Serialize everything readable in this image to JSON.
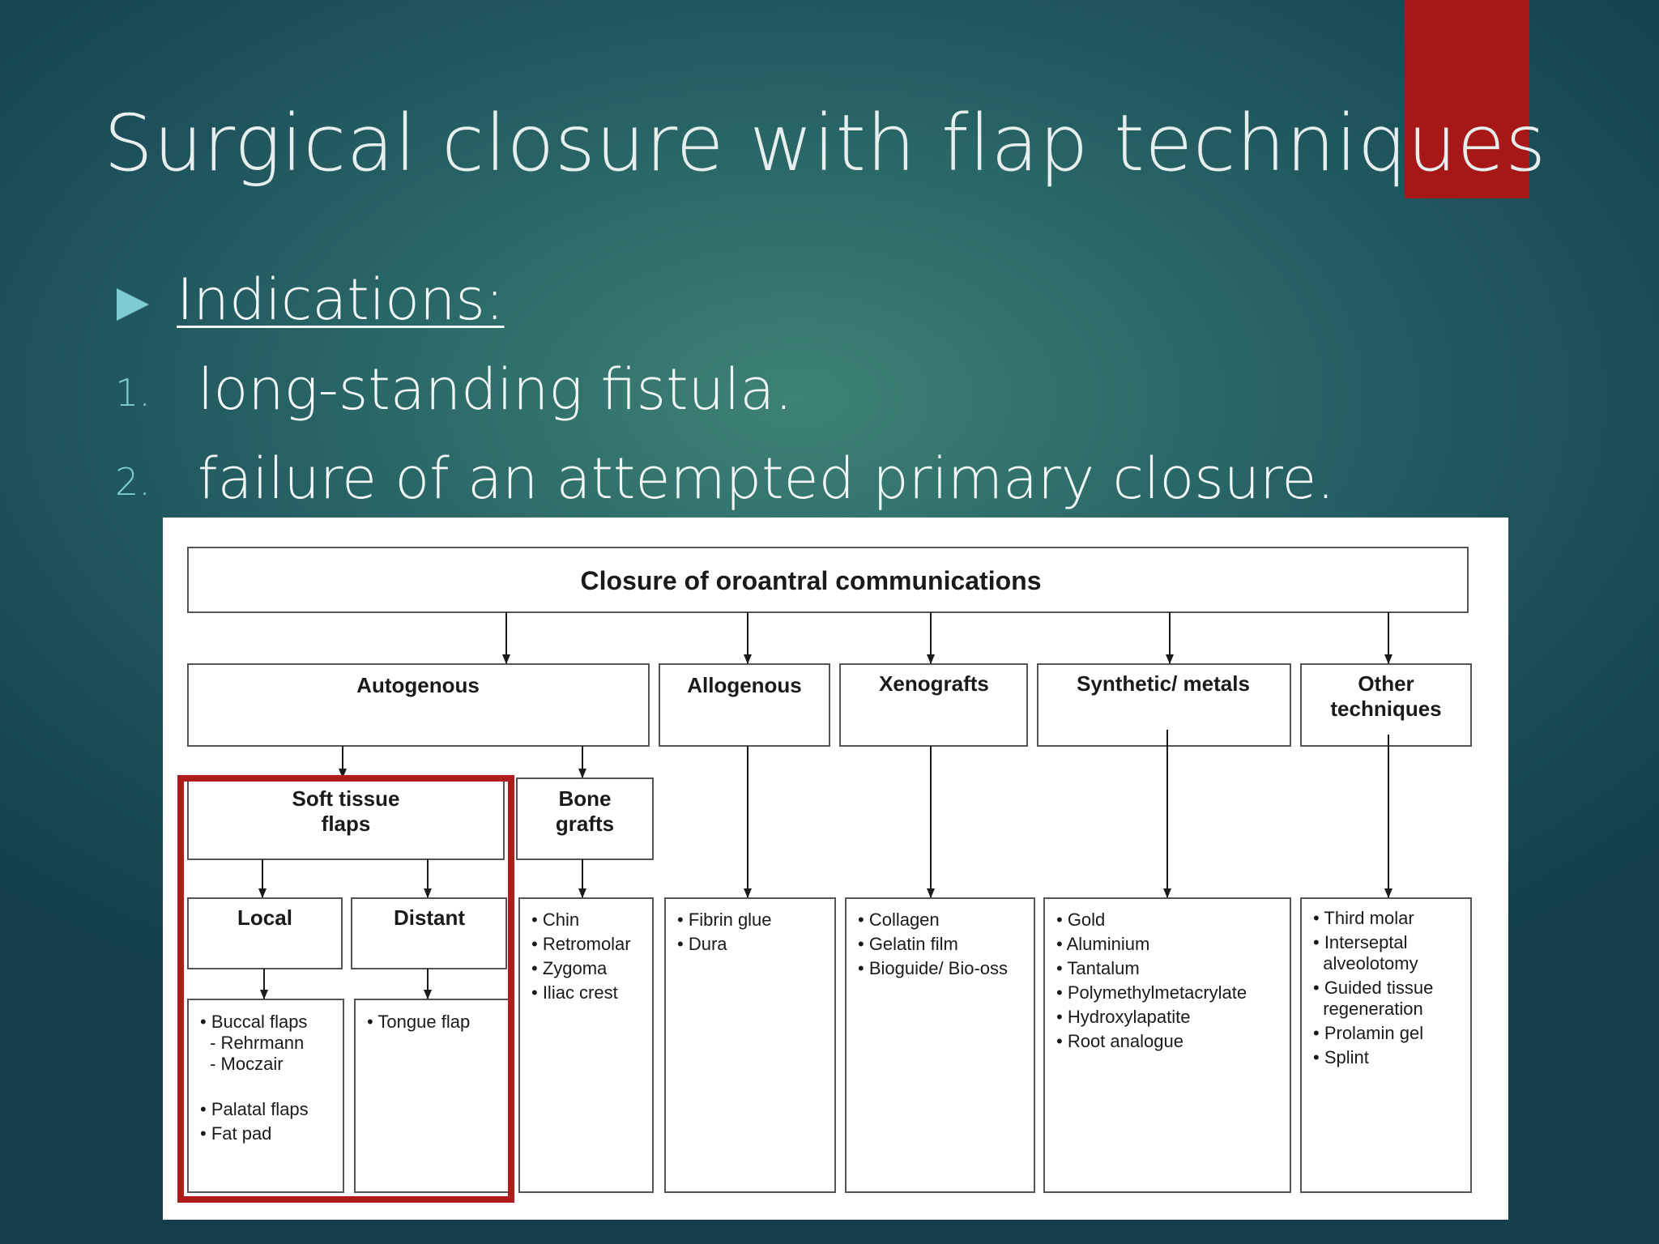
{
  "slide": {
    "title": "Surgical closure with flap techniques",
    "indications_heading": "Indications:",
    "indications": [
      {
        "num": "1.",
        "text": "long-standing fistula."
      },
      {
        "num": "2.",
        "text": "failure of an attempted primary closure."
      }
    ],
    "accent_color": "#a81717",
    "bullet_color": "#7dcdd0"
  },
  "diagram": {
    "root": "Closure of oroantral communications",
    "categories": {
      "autogenous": "Autogenous",
      "allogenous": "Allogenous",
      "xenografts": "Xenografts",
      "synthetic": "Synthetic/ metals",
      "other_line1": "Other",
      "other_line2": "techniques"
    },
    "soft_tissue_line1": "Soft tissue",
    "soft_tissue_line2": "flaps",
    "bone_line1": "Bone",
    "bone_line2": "grafts",
    "local": "Local",
    "distant": "Distant",
    "local_items": [
      "• Buccal flaps",
      " - Rehrmann",
      " - Moczair",
      "• Palatal flaps",
      "• Fat pad"
    ],
    "distant_items": [
      "• Tongue flap"
    ],
    "bone_items": [
      "• Chin",
      "• Retromolar",
      "• Zygoma",
      "• Iliac crest"
    ],
    "allogenous_items": [
      "• Fibrin glue",
      "• Dura"
    ],
    "xenograft_items": [
      "• Collagen",
      "• Gelatin film",
      "• Bioguide/ Bio-oss"
    ],
    "synthetic_items": [
      "• Gold",
      "• Aluminium",
      "• Tantalum",
      "• Polymethylmetacrylate",
      "• Hydroxylapatite",
      "• Root analogue"
    ],
    "other_items": [
      "• Third molar",
      "• Interseptal",
      "  alveolotomy",
      "• Guided tissue",
      "  regeneration",
      "• Prolamin gel",
      "• Splint"
    ],
    "highlight_color": "#b01c1c"
  }
}
